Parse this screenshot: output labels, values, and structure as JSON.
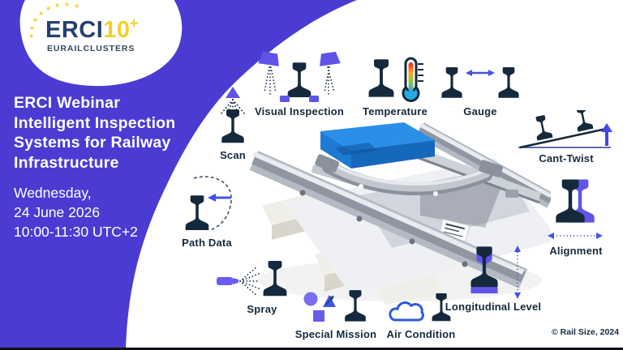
{
  "logo": {
    "star": "★",
    "erci": "ERCI",
    "ten": "10",
    "plus": "+",
    "subtitle": "EURAILCLUSTERS"
  },
  "hero": {
    "title_lines": [
      "ERCI Webinar",
      "Intelligent Inspection",
      "Systems for Railway",
      "Infrastructure"
    ],
    "schedule_lines": [
      "Wednesday,",
      "24 June 2026",
      "10:00-11:30 UTC+2"
    ]
  },
  "measurements": {
    "scan": "Scan",
    "visual_inspection": "Visual Inspection",
    "temperature": "Temperature",
    "gauge": "Gauge",
    "cant_twist": "Cant-Twist",
    "alignment": "Alignment",
    "longitudinal_level": "Longitudinal Level",
    "air_condition": "Air Condition",
    "special_mission": "Special Mission",
    "spray": "Spray",
    "path_data": "Path Data"
  },
  "credit": "© Rail Size, 2024",
  "icons": {
    "rail": "rail-cross-section-icon",
    "scan": "scan-cone-icon",
    "visual_inspection": "inspection-lamps-icon",
    "temperature": "thermometer-icon",
    "gauge": "gauge-arrow-icon",
    "cant_twist": "tilted-rails-arrow-icon",
    "alignment": "offset-rail-horizontal-arrow-icon",
    "longitudinal_level": "offset-rail-vertical-arrow-icon",
    "air_condition": "cloud-icon",
    "special_mission": "shapes-icon",
    "spray": "spray-nozzle-icon",
    "path_data": "dashed-path-arrow-icon"
  },
  "colors": {
    "background": "#4a3cd3",
    "panel": "#ffffff",
    "icon_dark": "#15293d",
    "accent_purple": "#5f54e8",
    "accent_blue": "#4454e8",
    "logo_blue": "#26406e",
    "logo_yellow": "#f3d02a",
    "device_blue": "#2b8fe8"
  }
}
